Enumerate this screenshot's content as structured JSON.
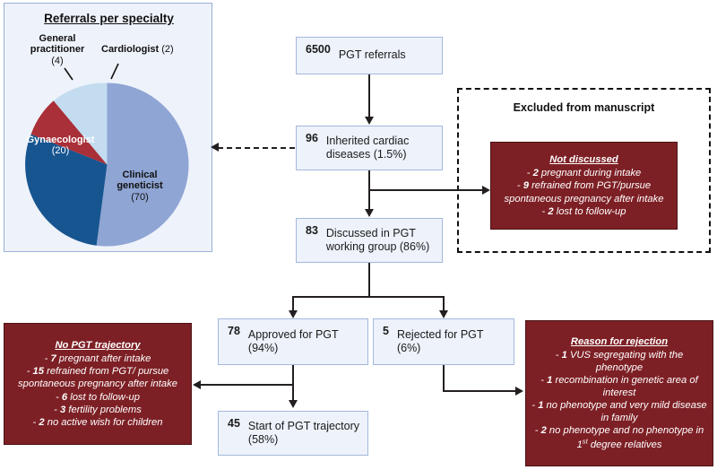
{
  "figure": {
    "type": "flowchart-with-pie",
    "colors": {
      "pie_panel_bg": "#eef2fa",
      "pie_panel_border": "#9ab0d8",
      "flow_box_bg": "#edf2fb",
      "flow_box_border": "#a3b8dd",
      "red_box_bg": "#7d2025",
      "connector": "#231f20",
      "slice_clinical_geneticist": "#8fa5d4",
      "slice_gynaecologist": "#165590",
      "slice_general_practitioner": "#a92f38",
      "slice_cardiologist": "#c3dcef"
    }
  },
  "chart_data": {
    "type": "pie",
    "title": "Referrals per specialty",
    "categories": [
      "Clinical geneticist",
      "Gynaecologist",
      "General practitioner",
      "Cardiologist"
    ],
    "values": [
      70,
      20,
      4,
      2
    ],
    "colors": [
      "#8fa5d4",
      "#165590",
      "#a92f38",
      "#c3dcef"
    ],
    "labels": [
      {
        "name": "Clinical geneticist",
        "count": "(70)",
        "value": 70
      },
      {
        "name": "Gynaecologist",
        "count": "(20)",
        "value": 20
      },
      {
        "name": "General practitioner",
        "count": "(4)",
        "value": 4
      },
      {
        "name": "Cardiologist",
        "count": "(2)",
        "value": 2
      }
    ],
    "legend": "labels on slices and with leader lines",
    "total": 96
  },
  "flow": {
    "boxes": [
      {
        "id": "referrals",
        "num": "6500",
        "text": "PGT referrals"
      },
      {
        "id": "inherited",
        "num": "96",
        "text": "Inherited cardiac diseases (1.5%)"
      },
      {
        "id": "discussed",
        "num": "83",
        "text": "Discussed in PGT working group (86%)"
      },
      {
        "id": "approved",
        "num": "78",
        "text": "Approved for PGT (94%)"
      },
      {
        "id": "rejected",
        "num": "5",
        "text": "Rejected for PGT (6%)"
      },
      {
        "id": "start",
        "num": "45",
        "text": "Start of PGT trajectory (58%)"
      }
    ]
  },
  "excluded": {
    "region_title": "Excluded from manuscript",
    "box": {
      "title": "Not discussed",
      "lines": [
        {
          "count": "2",
          "text": "pregnant during intake"
        },
        {
          "count": "9",
          "text": "refrained from PGT/pursue spontaneous pregnancy after intake"
        },
        {
          "count": "2",
          "text": "lost to follow-up"
        }
      ]
    }
  },
  "no_trajectory": {
    "title": "No PGT trajectory",
    "lines": [
      {
        "count": "7",
        "text": "pregnant after intake"
      },
      {
        "count": "15",
        "text": "refrained from PGT/ pursue spontaneous pregnancy after intake"
      },
      {
        "count": "6",
        "text": "lost to follow-up"
      },
      {
        "count": "3",
        "text": "fertility problems"
      },
      {
        "count": "2",
        "text": "no active wish for children"
      }
    ]
  },
  "rejection": {
    "title": "Reason for rejection",
    "lines": [
      {
        "count": "1",
        "text": "VUS segregating with the phenotype"
      },
      {
        "count": "1",
        "text": "recombination in genetic area of interest"
      },
      {
        "count": "1",
        "text": "no phenotype and very mild disease in family"
      },
      {
        "count": "2",
        "text": "no phenotype and no phenotype in 1st degree relatives"
      }
    ]
  }
}
